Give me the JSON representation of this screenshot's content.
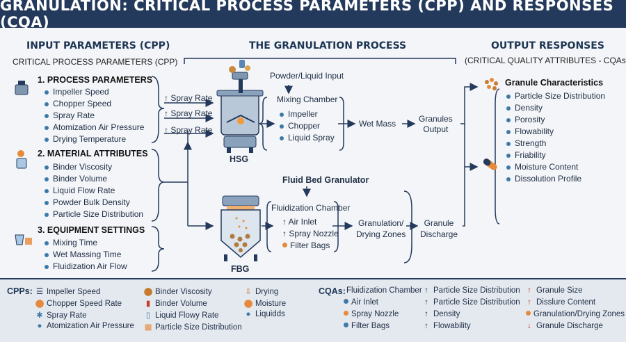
{
  "title": "GRANULATION: CRITICAL PROCESS PARAMETERS (CPP) AND RESPONSES (CQA)",
  "input": {
    "header": "INPUT PARAMETERS (CPP)",
    "subheader": "CRITICAL PROCESS PARAMETERS (CPP)",
    "groups": [
      {
        "title": "1. PROCESS PARAMETERS",
        "items": [
          "Impeller Speed",
          "Chopper Speed",
          "Spray Rate",
          "Atomization Air Pressure",
          "Drying Temperature"
        ]
      },
      {
        "title": "2. MATERIAL ATTRIBUTES",
        "items": [
          "Binder Viscosity",
          "Binder Volume",
          "Liquid Flow Rate",
          "Powder Bulk Density",
          "Particle Size Distribution"
        ]
      },
      {
        "title": "3. EQUIPMENT SETTINGS",
        "items": [
          "Mixing Time",
          "Wet Massing Time",
          "Fluidization Air Flow"
        ]
      }
    ],
    "spray_labels": [
      "Spray Rate",
      "Spray Rate",
      "Spray Rate"
    ]
  },
  "process": {
    "header": "THE GRANULATION PROCESS",
    "hsg": {
      "input_label": "Powder/Liquid Input",
      "chamber_title": "Mixing Chamber",
      "chamber_items": [
        "Impeller",
        "Chopper",
        "Liquid Spray"
      ],
      "machine_label": "HSG",
      "wet_mass": "Wet  Mass",
      "output": [
        "Granules",
        "Output"
      ]
    },
    "fbg": {
      "input_label": "Fluid Bed Granulator",
      "chamber_title": "Fluidization Chamber",
      "chamber_items": [
        "Air Inlet",
        "Spray Nozzle",
        "Filter Bags"
      ],
      "machine_label": "FBG",
      "zones": [
        "Granulation/",
        "Drying Zones"
      ],
      "discharge": [
        "Granule",
        "Discharge"
      ]
    }
  },
  "output": {
    "header": "OUTPUT RESPONSES",
    "subheader": "(CRITICAL QUALITY ATTRIBUTES - CQAs)",
    "group_title": "Granule Characteristics",
    "items": [
      "Particle Size Distribution",
      "Density",
      "Porosity",
      "Flowability",
      "Strength",
      "Friability",
      "Moisture Content",
      "Dissolution Profile"
    ]
  },
  "legend": {
    "cpps_label": "CPPs:",
    "cqas_label": "CQAs:",
    "col1": [
      "Impeller Speed",
      "Chopper Speed Rate",
      "Spray Rate",
      "Atomization Air Pressure"
    ],
    "col2": [
      "Binder Viscosity",
      "Binder Volume",
      "Liquid Flowy Rate",
      "Particle Size Distribution"
    ],
    "col3": [
      "Drying",
      "Moisture",
      "Liquidds"
    ],
    "col4": [
      "Fluidization Chamber",
      "Air Inlet",
      "Spray Nozzle",
      "Filter Bags"
    ],
    "col5": [
      "Particle Size Distribution",
      "Particle Size Distribution",
      "Density",
      "Flowability"
    ],
    "col6": [
      "Granule Size",
      "Disslure Content",
      "Granulation/Drying Zones",
      "Granule Discharge"
    ]
  },
  "colors": {
    "navy": "#243a5c",
    "steel": "#3d79a8",
    "orange": "#e58a3a",
    "red": "#c83a2a"
  }
}
